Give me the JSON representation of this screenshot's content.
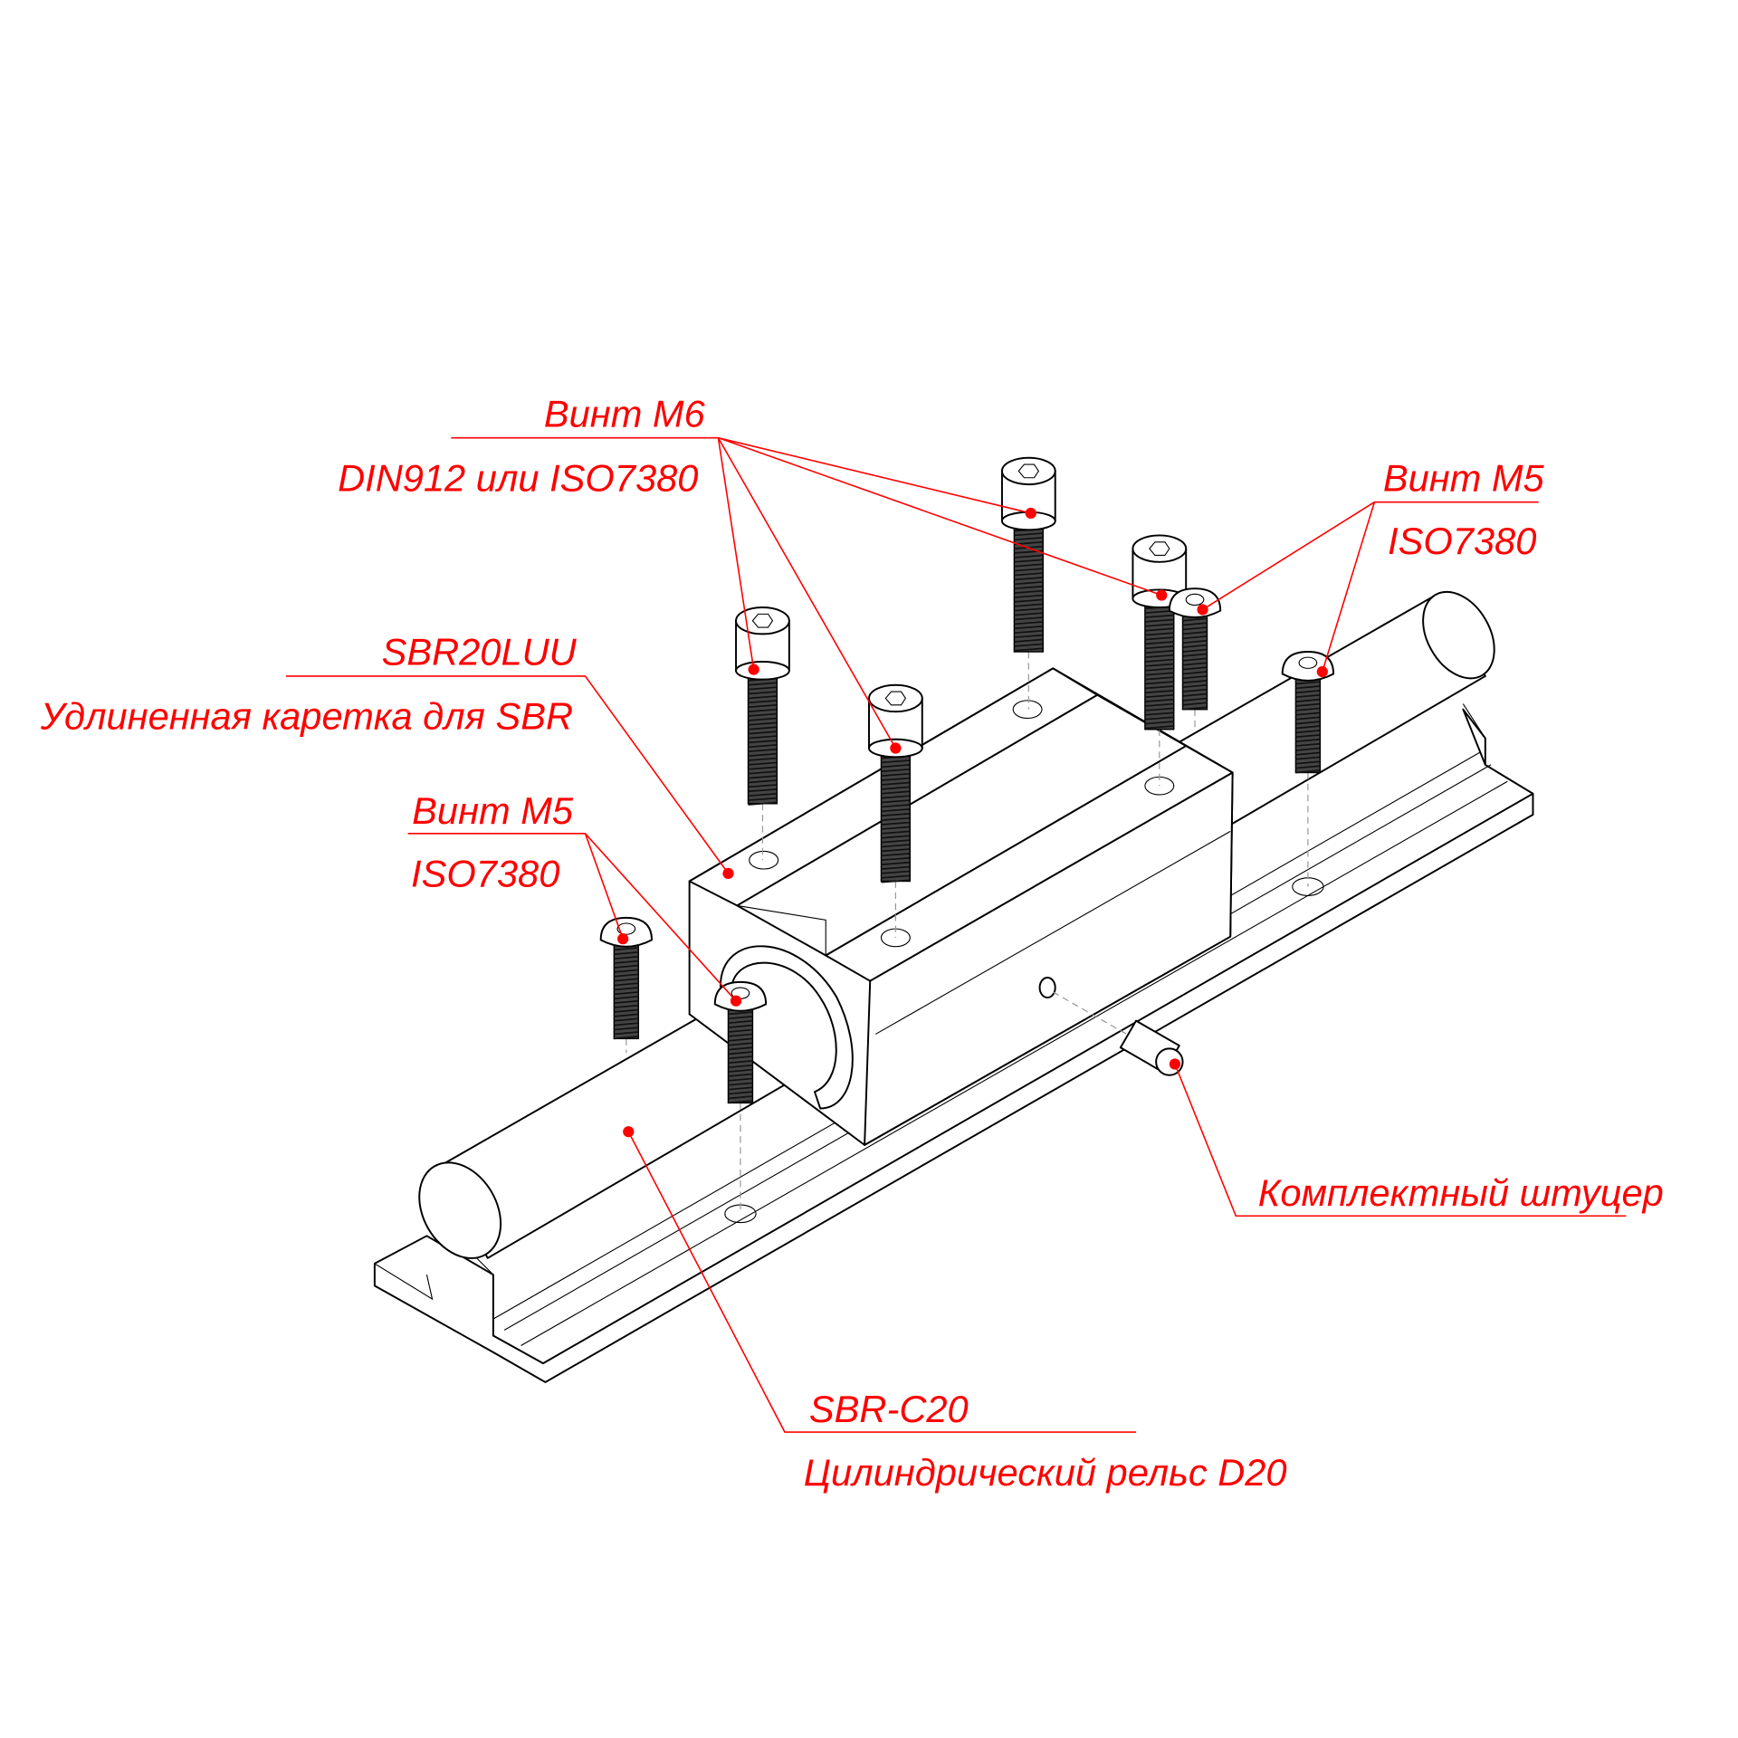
{
  "labels": {
    "screw_m6_title": "Винт М6",
    "screw_m6_spec": "DIN912 или ISO7380",
    "screw_m5_right_title": "Винт М5",
    "screw_m5_right_spec": "ISO7380",
    "carriage_title": "SBR20LUU",
    "carriage_desc": "Удлиненная каретка для SBR",
    "screw_m5_left_title": "Винт М5",
    "screw_m5_left_spec": "ISO7380",
    "fitting_title": "Комплектный штуцер",
    "rail_title": "SBR-C20",
    "rail_desc": "Цилиндрический рельс D20"
  },
  "colors": {
    "annotation": "#ff0000",
    "outline": "#000000"
  }
}
